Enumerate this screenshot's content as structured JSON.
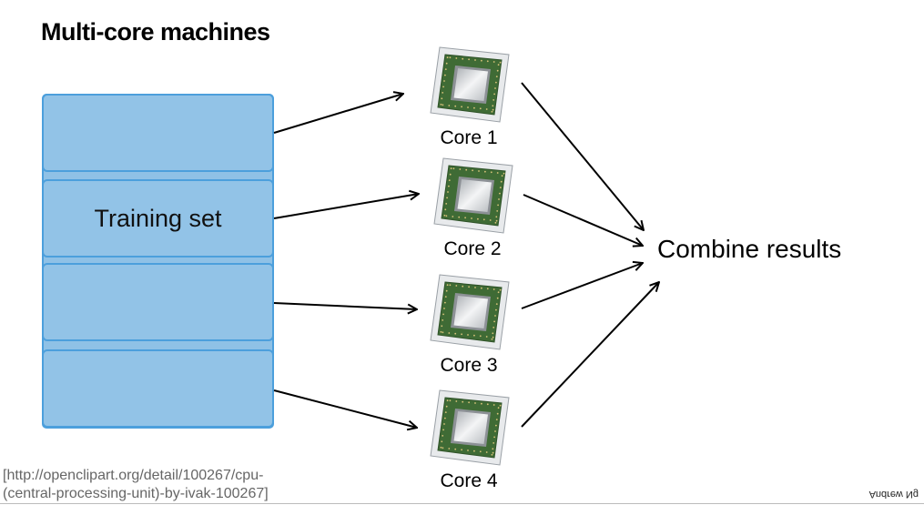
{
  "title": "Multi-core machines",
  "training_set": {
    "label": "Training set",
    "block_count": 4,
    "fill_color": "#92c3e7",
    "border_color": "#4c9fdc"
  },
  "cores": [
    {
      "label": "Core 1",
      "icon": "cpu-chip-icon"
    },
    {
      "label": "Core 2",
      "icon": "cpu-chip-icon"
    },
    {
      "label": "Core 3",
      "icon": "cpu-chip-icon"
    },
    {
      "label": "Core 4",
      "icon": "cpu-chip-icon"
    }
  ],
  "combine": {
    "label": "Combine results"
  },
  "credit": {
    "line1": "[http://openclipart.org/detail/100267/cpu-",
    "line2": "(central-processing-unit)-by-ivak-100267]"
  },
  "footer_mark": "Andrew Ng",
  "colors": {
    "chip_board": "#3f6b35",
    "chip_die": "#c9cccf",
    "chip_frame": "#e8eaec",
    "arrow": "#000000"
  }
}
